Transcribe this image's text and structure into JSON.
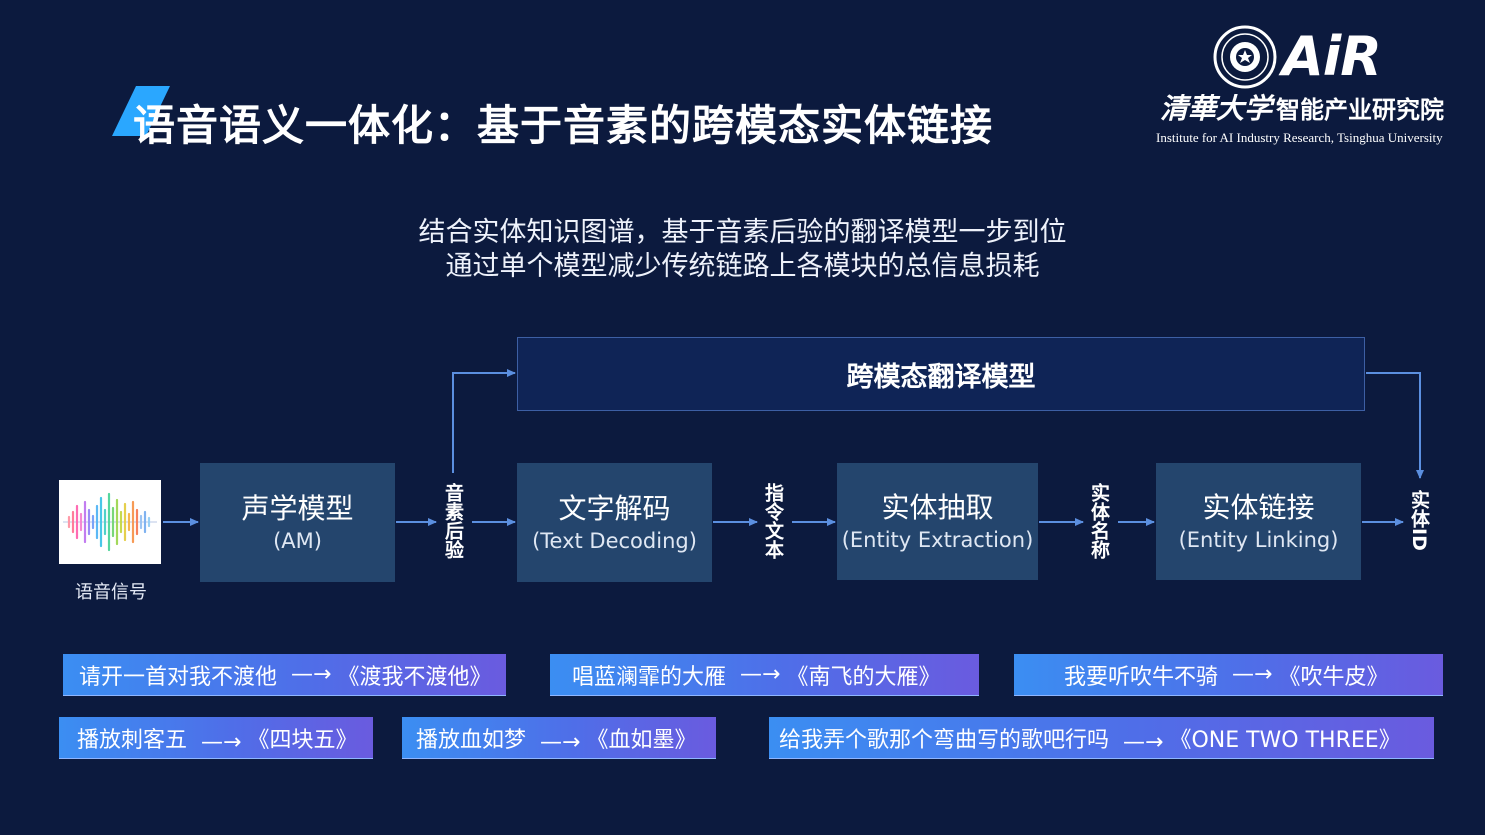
{
  "header": {
    "title": "语音语义一体化：基于音素的跨模态实体链接"
  },
  "logo": {
    "air": "AiR",
    "cn_brush": "清華大学",
    "cn_rest": "智能产业研究院",
    "en": "Institute for AI Industry Research, Tsinghua University"
  },
  "subtitle": {
    "line1": "结合实体知识图谱，基于音素后验的翻译模型一步到位",
    "line2": "通过单个模型减少传统链路上各模块的总信息损耗"
  },
  "diagram": {
    "cross_modal_model": "跨模态翻译模型",
    "signal_label": "语音信号",
    "modules": [
      {
        "cn": "声学模型",
        "en": "(AM)"
      },
      {
        "cn": "文字解码",
        "en": "(Text Decoding)"
      },
      {
        "cn": "实体抽取",
        "en": "(Entity Extraction)"
      },
      {
        "cn": "实体链接",
        "en": "(Entity Linking)"
      }
    ],
    "edge_labels": [
      "音素后验",
      "指令文本",
      "实体名称",
      "实体ID"
    ]
  },
  "examples": [
    {
      "source": "请开一首对我不渡他",
      "arrow": "—→",
      "target": "《渡我不渡他》"
    },
    {
      "source": "唱蓝澜霏的大雁",
      "arrow": "—→",
      "target": "《南飞的大雁》"
    },
    {
      "source": "我要听吹牛不骑",
      "arrow": "—→",
      "target": "《吹牛皮》"
    },
    {
      "source": "播放刺客五",
      "arrow": "—→",
      "target": "《四块五》"
    },
    {
      "source": "播放血如梦",
      "arrow": "—→",
      "target": "《血如墨》"
    },
    {
      "source": "给我弄个歌那个弯曲写的歌吧行吗",
      "arrow": "—→",
      "target": "《ONE TWO THREE》"
    }
  ],
  "colors": {
    "background": "#0c1a3e",
    "module_fill": "#24456d",
    "big_box_fill": "#0f2456",
    "wire": "#5b8fe0",
    "accent": "#2aa7ff"
  }
}
